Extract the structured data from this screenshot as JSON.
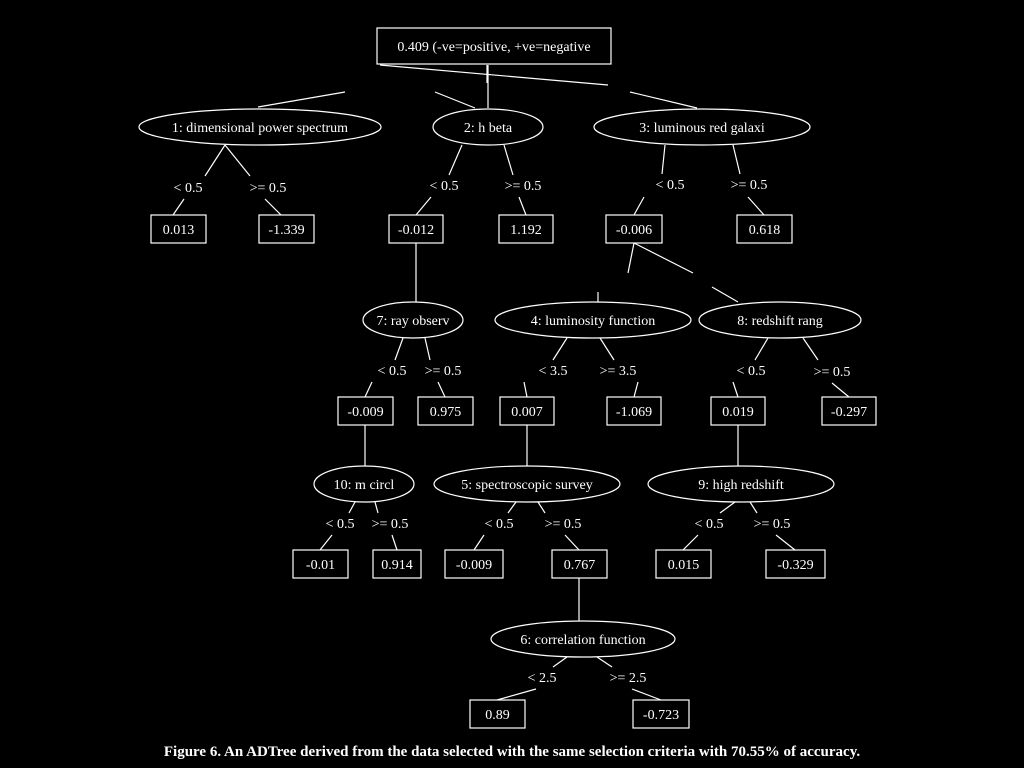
{
  "root": {
    "label": "0.409 (-ve=positive, +ve=negative"
  },
  "splitters": [
    {
      "id": "s1",
      "label": "1: dimensional power spectrum"
    },
    {
      "id": "s2",
      "label": "2: h beta"
    },
    {
      "id": "s3",
      "label": "3: luminous red galaxi"
    },
    {
      "id": "s7",
      "label": "7: ray observ"
    },
    {
      "id": "s4",
      "label": "4: luminosity function"
    },
    {
      "id": "s8",
      "label": "8: redshift rang"
    },
    {
      "id": "s10",
      "label": "10: m circl"
    },
    {
      "id": "s5",
      "label": "5: spectroscopic survey"
    },
    {
      "id": "s9",
      "label": "9: high redshift"
    },
    {
      "id": "s6",
      "label": "6: correlation function"
    }
  ],
  "predictions": [
    {
      "id": "p1a",
      "label": "0.013"
    },
    {
      "id": "p1b",
      "label": "-1.339"
    },
    {
      "id": "p2a",
      "label": "-0.012"
    },
    {
      "id": "p2b",
      "label": "1.192"
    },
    {
      "id": "p3a",
      "label": "-0.006"
    },
    {
      "id": "p3b",
      "label": "0.618"
    },
    {
      "id": "p7a",
      "label": "-0.009"
    },
    {
      "id": "p7b",
      "label": "0.975"
    },
    {
      "id": "p4a",
      "label": "0.007"
    },
    {
      "id": "p4b",
      "label": "-1.069"
    },
    {
      "id": "p8a",
      "label": "0.019"
    },
    {
      "id": "p8b",
      "label": "-0.297"
    },
    {
      "id": "p10a",
      "label": "-0.01"
    },
    {
      "id": "p10b",
      "label": "0.914"
    },
    {
      "id": "p5a",
      "label": "-0.009"
    },
    {
      "id": "p5b",
      "label": "0.767"
    },
    {
      "id": "p9a",
      "label": "0.015"
    },
    {
      "id": "p9b",
      "label": "-0.329"
    },
    {
      "id": "p6a",
      "label": "0.89"
    },
    {
      "id": "p6b",
      "label": "-0.723"
    }
  ],
  "conditions": [
    {
      "id": "c1a",
      "label": "< 0.5"
    },
    {
      "id": "c1b",
      "label": ">= 0.5"
    },
    {
      "id": "c2a",
      "label": "< 0.5"
    },
    {
      "id": "c2b",
      "label": ">= 0.5"
    },
    {
      "id": "c3a",
      "label": "< 0.5"
    },
    {
      "id": "c3b",
      "label": ">= 0.5"
    },
    {
      "id": "c7a",
      "label": "< 0.5"
    },
    {
      "id": "c7b",
      "label": ">= 0.5"
    },
    {
      "id": "c4a",
      "label": "< 3.5"
    },
    {
      "id": "c4b",
      "label": ">= 3.5"
    },
    {
      "id": "c8a",
      "label": "< 0.5"
    },
    {
      "id": "c8b",
      "label": ">= 0.5"
    },
    {
      "id": "c10a",
      "label": "< 0.5"
    },
    {
      "id": "c10b",
      "label": ">= 0.5"
    },
    {
      "id": "c5a",
      "label": "< 0.5"
    },
    {
      "id": "c5b",
      "label": ">= 0.5"
    },
    {
      "id": "c9a",
      "label": "< 0.5"
    },
    {
      "id": "c9b",
      "label": ">= 0.5"
    },
    {
      "id": "c6a",
      "label": "< 2.5"
    },
    {
      "id": "c6b",
      "label": ">= 2.5"
    }
  ],
  "caption": "Figure 6. An ADTree derived from the data selected with the same selection criteria with 70.55% of accuracy.",
  "colors": {
    "background": "#000000",
    "foreground": "#ffffff"
  }
}
